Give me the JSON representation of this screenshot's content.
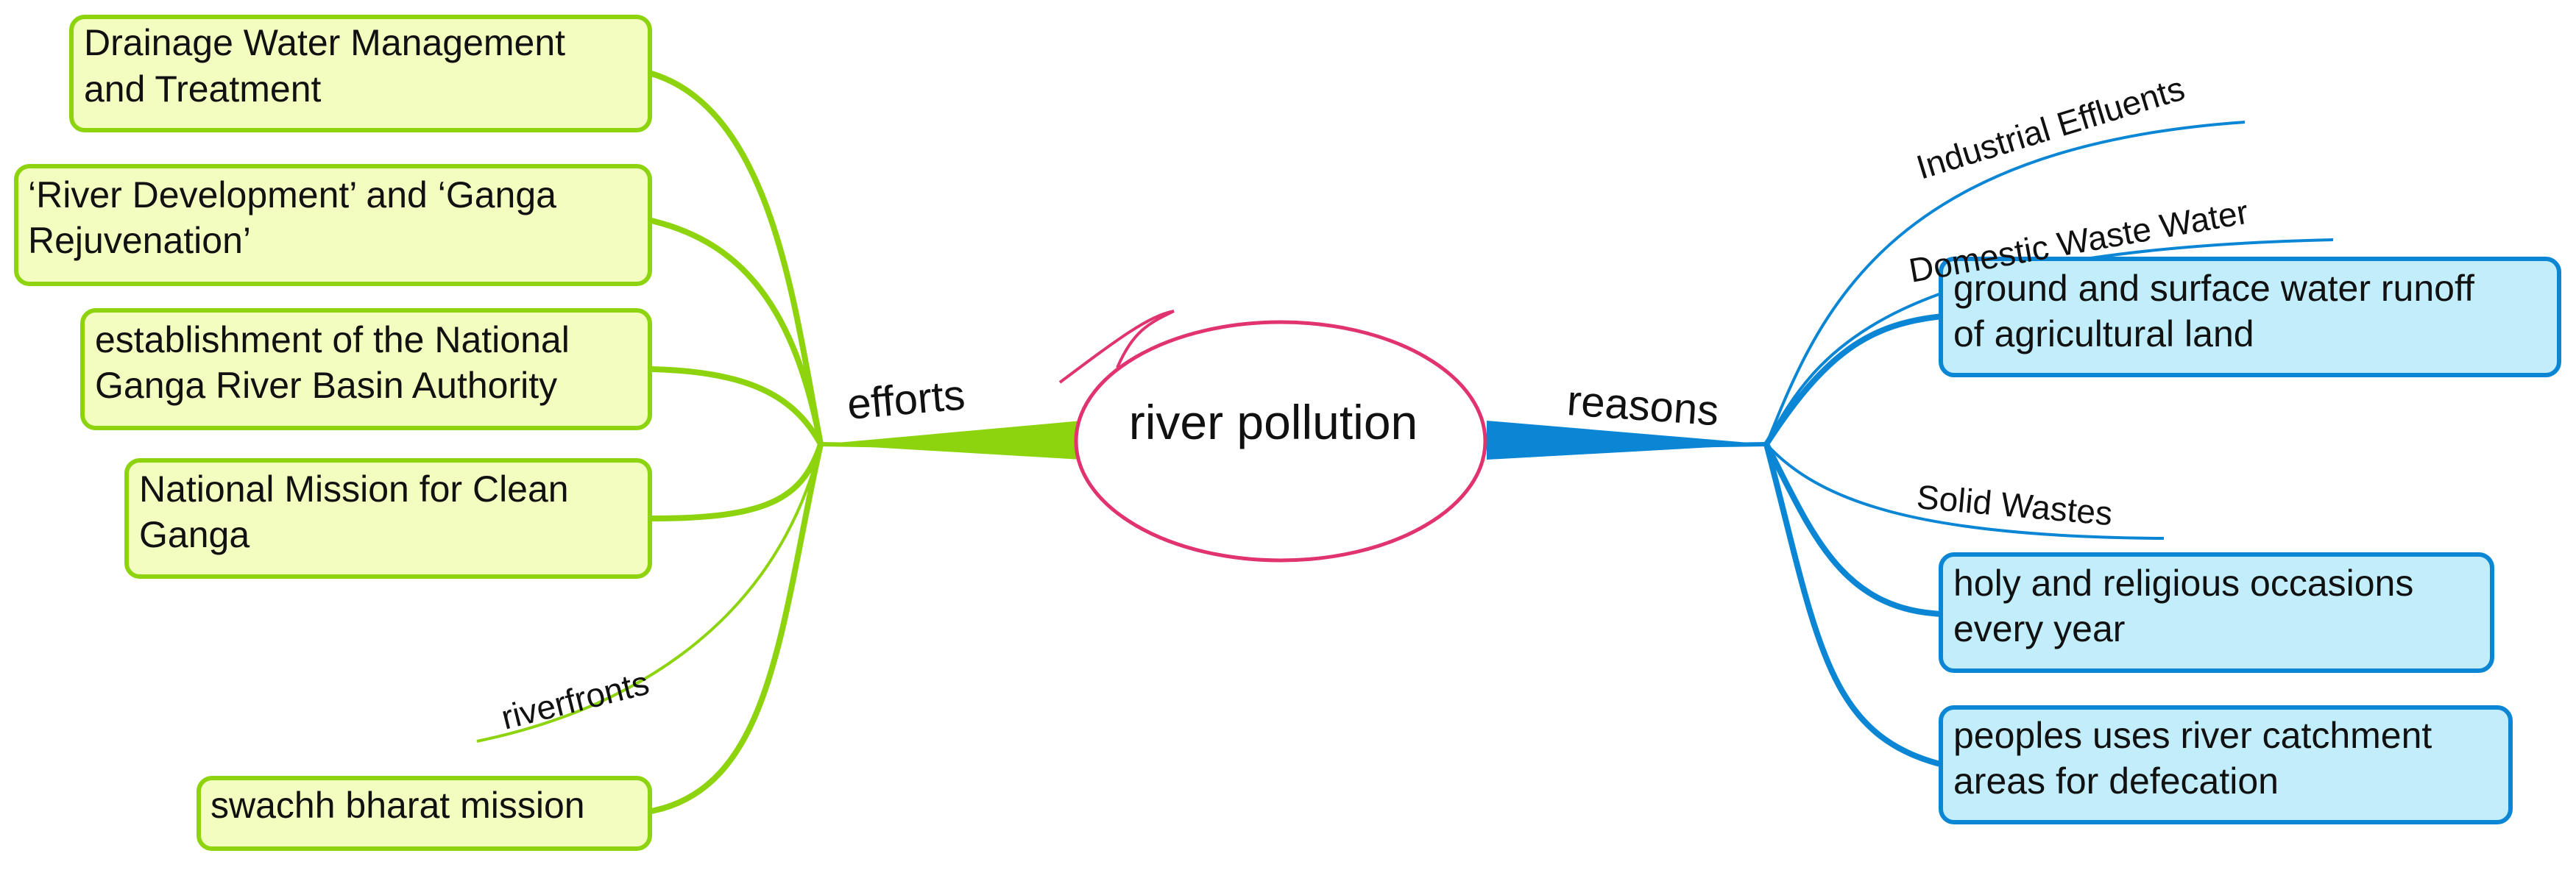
{
  "central_topic": "river pollution",
  "left_branch": {
    "label": "efforts",
    "color": "#8dd40f",
    "box_fill": "#f2fdbf",
    "items": [
      {
        "lines": [
          "Drainage Water Management",
          "and Treatment"
        ],
        "boxed": true
      },
      {
        "lines": [
          "‘River Development’ and ‘Ganga",
          "Rejuvenation’"
        ],
        "boxed": true
      },
      {
        "lines": [
          "establishment of the National",
          "Ganga River Basin Authority"
        ],
        "boxed": true
      },
      {
        "lines": [
          "National Mission for Clean",
          "Ganga"
        ],
        "boxed": true
      },
      {
        "lines": [
          "riverfronts"
        ],
        "boxed": false
      },
      {
        "lines": [
          "swachh bharat mission"
        ],
        "boxed": true
      }
    ]
  },
  "right_branch": {
    "label": "reasons",
    "color": "#0a86d4",
    "box_fill": "#c2eefb",
    "items": [
      {
        "lines": [
          "Industrial Effluents"
        ],
        "boxed": false
      },
      {
        "lines": [
          "Domestic Waste Water"
        ],
        "boxed": false
      },
      {
        "lines": [
          "ground and surface water runoff",
          "of agricultural land"
        ],
        "boxed": true
      },
      {
        "lines": [
          "Solid Wastes"
        ],
        "boxed": false
      },
      {
        "lines": [
          "holy and religious occasions",
          "every year"
        ],
        "boxed": true
      },
      {
        "lines": [
          "peoples uses river catchment",
          "areas for defecation"
        ],
        "boxed": true
      }
    ]
  },
  "colors": {
    "central_outline": "#e0336f",
    "text": "#111111"
  }
}
